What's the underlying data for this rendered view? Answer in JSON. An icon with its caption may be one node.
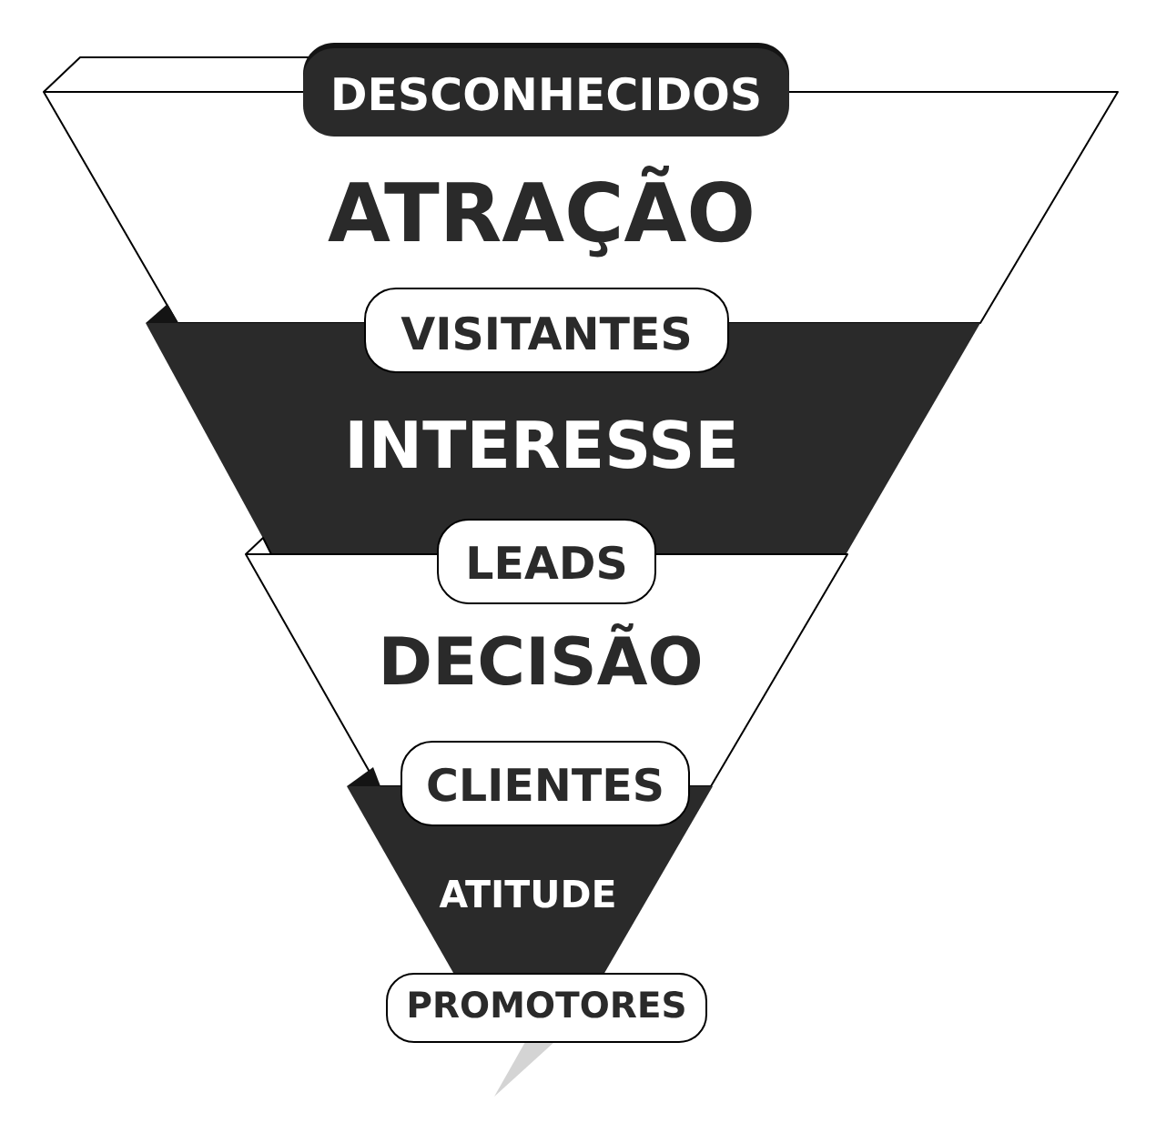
{
  "diagram": {
    "nodes": [
      {
        "text": [
          "DESCONHECIDOS"
        ]
      },
      {
        "text": [
          "ATRAÇÃO"
        ]
      },
      {
        "text": [
          "VISITANTES"
        ]
      },
      {
        "text": [
          "INTERESSE"
        ]
      },
      {
        "text": [
          "LEADS"
        ]
      },
      {
        "text": [
          "DECISÃO"
        ]
      },
      {
        "text": [
          "CLIENTES"
        ]
      },
      {
        "text": [
          "ATITUDE"
        ]
      },
      {
        "text": [
          "PROMOTORES"
        ]
      }
    ]
  }
}
